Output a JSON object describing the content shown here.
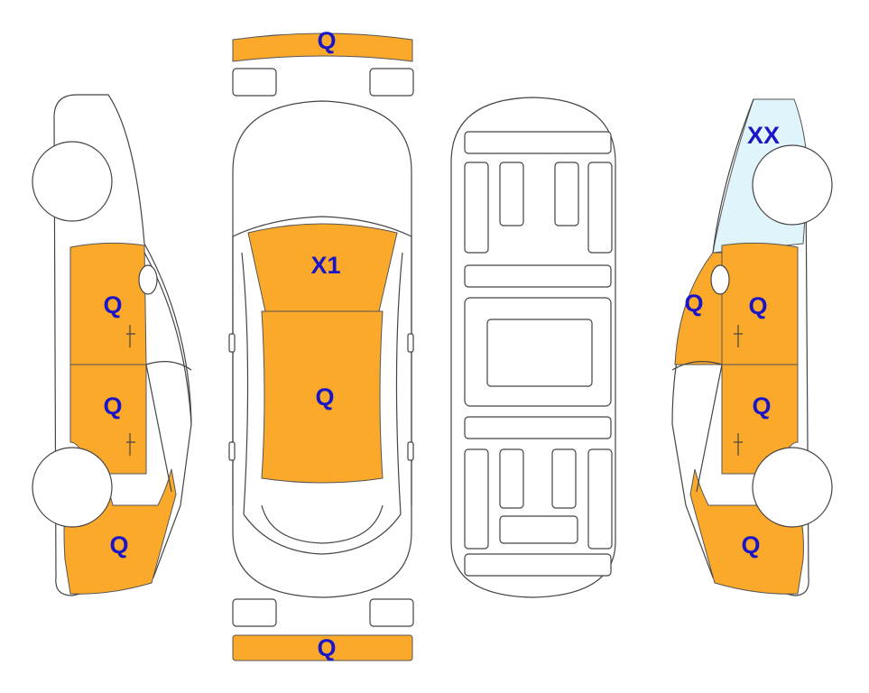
{
  "label_color": "#1a16c8",
  "colors": {
    "Q": "#fba92a",
    "X1": "#fba92a",
    "XX": "#e0f4fb"
  },
  "labels": {
    "front_bumper": "Q",
    "rear_bumper": "Q",
    "roof": "X1",
    "hood_top": "Q",
    "left_front_door": "Q",
    "left_rear_door": "Q",
    "left_rear_quarter": "Q",
    "right_front_fender": "Q",
    "right_front_door": "Q",
    "right_rear_door": "Q",
    "right_rear_quarter": "Q",
    "right_hood_side": "XX"
  }
}
